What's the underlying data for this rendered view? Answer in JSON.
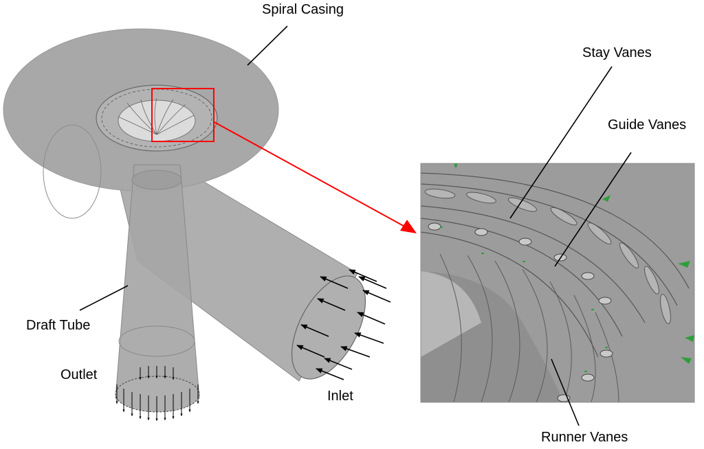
{
  "labels": {
    "spiral_casing": "Spiral Casing",
    "stay_vanes": "Stay Vanes",
    "guide_vanes": "Guide Vanes",
    "draft_tube": "Draft Tube",
    "outlet": "Outlet",
    "inlet": "Inlet",
    "runner_vanes": "Runner Vanes"
  },
  "colors": {
    "body_grey": "#a6a6a6",
    "detail_grey": "#9c9c9c",
    "highlight_box": "#ff0000",
    "zoom_arrow": "#ff0000",
    "flow_arrows": "#000000",
    "boundary_markers": "#2e9e3a"
  }
}
